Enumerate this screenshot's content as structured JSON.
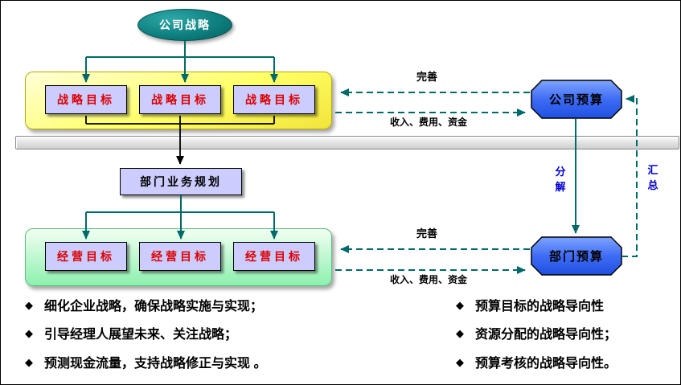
{
  "diagram": {
    "company_strategy": "公司战略",
    "strategic_goals": [
      "战略目标",
      "战略目标",
      "战略目标"
    ],
    "dept_planning": "部门业务规划",
    "operating_goals": [
      "经营目标",
      "经营目标",
      "经营目标"
    ],
    "company_budget": "公司预算",
    "dept_budget": "部门预算",
    "labels": {
      "improve_top": "完善",
      "flows_top": "收入、费用、资金",
      "improve_bottom": "完善",
      "flows_bottom": "收入、费用、资金",
      "decompose": "分解",
      "summarize": "汇总"
    }
  },
  "bullets": {
    "marker": "◆",
    "left": [
      "细化企业战略，确保战略实施与实现；",
      "引导经理人展望未来、关注战略；",
      "预测现金流量，支持战略修正与实现 。"
    ],
    "right": [
      "预算目标的战略导向性",
      "资源分配的战略导向性；",
      "预算考核的战略导向性。"
    ]
  },
  "colors": {
    "teal_line": "#006a6a",
    "panel_yellow": "#ffff66",
    "panel_green": "#8df0ae",
    "node_lavender": "#ccccff",
    "goal_text_red": "#dd0000",
    "budget_blue": "#3e6cf5",
    "flow_label_blue": "#0000d0"
  }
}
